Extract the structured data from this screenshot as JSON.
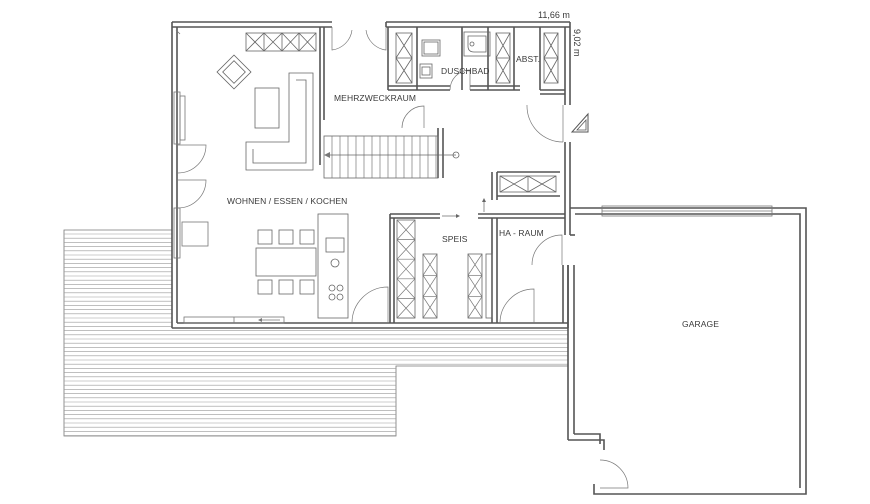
{
  "dimensions": {
    "width_label": "11,66 m",
    "depth_label": "9,02 m"
  },
  "rooms": {
    "wohnen": "WOHNEN / ESSEN / KOCHEN",
    "mehrzweck": "MEHRZWECKRAUM",
    "duschbad": "DUSCHBAD",
    "abst": "ABST.",
    "speis": "SPEIS",
    "ha_raum": "HA - RAUM",
    "garage": "GARAGE"
  }
}
